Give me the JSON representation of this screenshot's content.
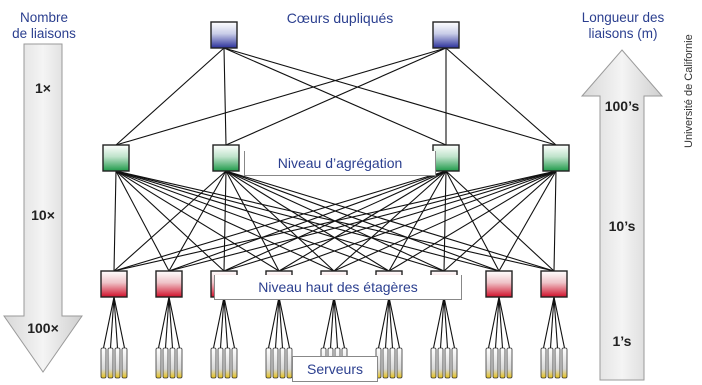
{
  "left_arrow": {
    "title_line1": "Nombre",
    "title_line2": "de liaisons",
    "labels": [
      "1×",
      "10×",
      "100×"
    ]
  },
  "right_arrow": {
    "title_line1": "Longueur des",
    "title_line2": "liaisons (m)",
    "labels": [
      "100’s",
      "10’s",
      "1’s"
    ]
  },
  "layers": {
    "core": "Cœurs dupliqués",
    "aggregation": "Niveau d’agrégation",
    "top_of_rack": "Niveau haut des étagères",
    "servers": "Serveurs"
  },
  "credit": "Université de Californie",
  "colors": {
    "core": "#2a2f9a",
    "aggregation": "#1f9a4a",
    "top_of_rack": "#d0102a",
    "server_tip": "#e6c21a",
    "label": "#2b3f8f"
  }
}
